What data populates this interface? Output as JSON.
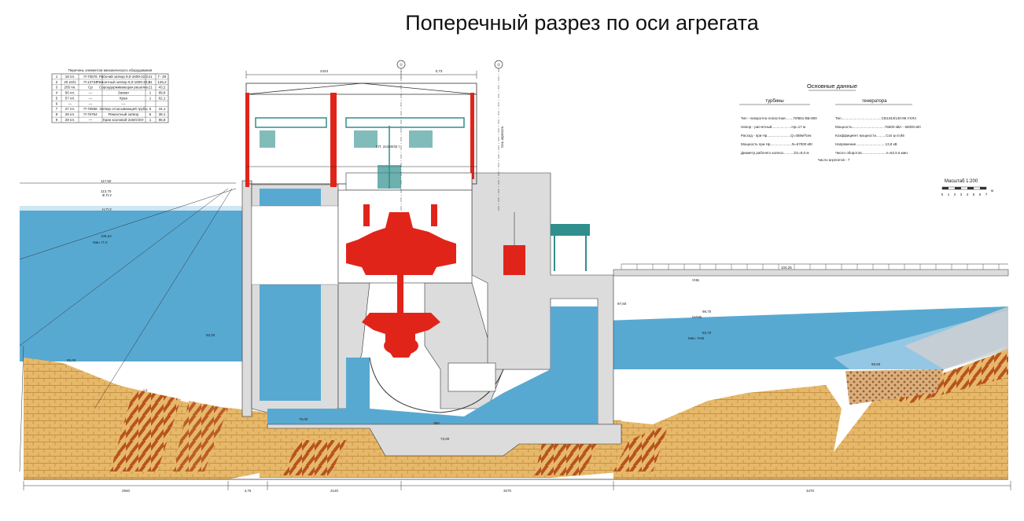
{
  "title": "Поперечный разрез по оси агрегата",
  "colors": {
    "water": "#58a9d2",
    "water_light": "#cfe6f3",
    "concrete": "#dcdcdc",
    "soil": "#e7b86a",
    "rock": "#b6531f",
    "equipment": "#e1241a",
    "machinery": "#2f8f8c",
    "outline": "#333333"
  },
  "main_data": {
    "heading": "Основные данные",
    "turbine_heading": "турбины",
    "generator_heading": "генератора",
    "turbine_rows": [
      "Тип - поворотно-лопастная........ПЛ661-ВБ-800",
      "Напор - расчетный....................Нр=17 м",
      "Расход - при Нр........................Q=458м³/сек",
      "Мощность при Нр......................N=67000 кВт",
      "Диаметр рабочего колеса...........D1=8,0 м"
    ],
    "generator_rows": [
      "Тип.........................................СВ1343/140-96 УХЛ4",
      "Мощность.................................76500 кВА - 65000 кВт",
      "Коэффициент мощности..........Cos φ=0,85",
      "Напряжение..............................13,8 кВ",
      "Число оборотов.........................n=62,5 в мин."
    ],
    "units_count": "Число агрегатов - 7"
  },
  "scale": {
    "label": "Масштаб 1:200",
    "ticks": [
      "0",
      "1",
      "2",
      "3",
      "4",
      "5",
      "6",
      "7"
    ],
    "unit": "м"
  },
  "equipment_table": {
    "caption": "Перечень элементов механического оборудования",
    "rows": [
      [
        "1",
        "18 пл.",
        "П-70576",
        "Рабочий затвор 9,0-1609-22,0",
        "21",
        "Г- 29"
      ],
      [
        "2",
        "20 кН/1",
        "П-13734",
        "Ремонтный затвор 8,0-1600-20,0",
        "21",
        "126,2"
      ],
      [
        "3",
        "205 пл.",
        "Ср",
        "Сороудерживающая решетка",
        "21",
        "43,2"
      ],
      [
        "4",
        "56 пл.",
        "—",
        "Захват",
        "1",
        "89,8"
      ],
      [
        "5",
        "57 пл.",
        "—",
        "Кран",
        "1",
        "62,1"
      ],
      [
        "6",
        "—",
        "—",
        "—",
        "",
        ""
      ],
      [
        "7",
        "27 пл.",
        "П-76568",
        "Затвор отсасывающей трубы",
        "6",
        "44,1"
      ],
      [
        "8",
        "28 пл.",
        "П-76764",
        "Ремонтный затвор",
        "6",
        "38,1"
      ],
      [
        "9",
        "29 пл.",
        "—",
        "Кран козловой 2х50т/20т",
        "1",
        "86,8"
      ]
    ]
  },
  "labels": {
    "upstream_normal": "Н.П.У.",
    "upstream_min": "Мин. П.У.",
    "upstream_flood": "Ф.П.У.",
    "downstream_normal": "НУНБ",
    "downstream_min": "Мин. УНБ",
    "downstream_max": "УНБ",
    "crane_label": "Г.П. 2х250/32 т",
    "axis_unit": "Ось агрегата",
    "axis_label_1": "①",
    "axis_label_2": "②"
  },
  "elevations": {
    "e1": "117,50",
    "e2": "113,70",
    "e3": "109,32",
    "e4": "93,00",
    "e5": "95,00",
    "e6": "97,60",
    "e7": "98,70",
    "e8": "104,25",
    "e9": "83,70",
    "e10": "79,00",
    "e11": "73,00",
    "e12": "68,50"
  },
  "dimensions": {
    "d1": "2423",
    "d2": "0,73",
    "d3": "2940",
    "d4": "2120",
    "d5": "3270",
    "d6": "3470",
    "d7": "4,75",
    "d8": "960",
    "d9": "I-1"
  }
}
